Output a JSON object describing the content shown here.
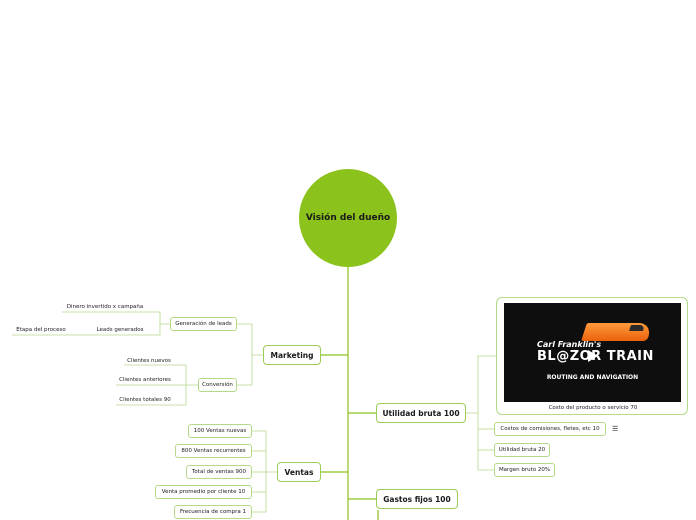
{
  "root": {
    "label": "Visión del dueño"
  },
  "branches": {
    "marketing": {
      "label": "Marketing",
      "generacion": {
        "label": "Generación de leads",
        "dinero": "Dinero invertido x campaña",
        "leads": "Leads generados",
        "etapa": "Etapa del proceso"
      },
      "conversion": {
        "label": "Conversión",
        "nuevos": "Clientes nuevos",
        "anteriores": "Clientes anteriores",
        "totales": "Clientes totales 90"
      }
    },
    "ventas": {
      "label": "Ventas",
      "items": [
        "100 Ventas nuevas",
        "800 Ventas recurrentes",
        "Total de ventas 900",
        "Venta promedio por cliente 10",
        "Frecuencia de compra 1"
      ]
    },
    "utilidad": {
      "label": "Utilidad bruta 100",
      "media": {
        "line1": "Carl Franklin's",
        "line2": "BL@ZOR TRAIN",
        "line3": "ROUTING AND NAVIGATION",
        "caption": "Costo del producto o servicio 70"
      },
      "items": [
        "Costos de comisiones, fletes, etc 10",
        "Utilidad bruta 20",
        "Margen bruto 20%"
      ]
    },
    "gastos": {
      "label": "Gastos fijos 100"
    }
  },
  "icons": {
    "note": "note-icon",
    "play": "play-icon"
  },
  "colors": {
    "root": "#8cc21c",
    "line": "#8cc21c",
    "border": "#9ccc55"
  }
}
